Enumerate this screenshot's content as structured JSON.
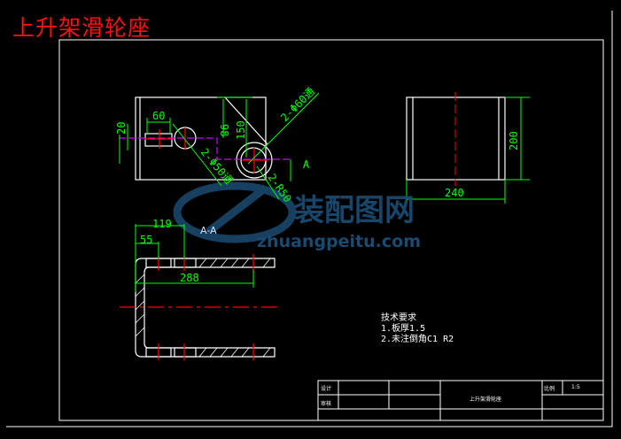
{
  "title": "上升架滑轮座",
  "watermark": {
    "cn": "装配图网",
    "url": "zhuangpeitu.com"
  },
  "dimensions": {
    "d60": "60",
    "d20": "20",
    "d98": "98",
    "d150": "150",
    "hole1": "2-Φ60通",
    "hole2": "2-Φ50通",
    "r50": "2-R50",
    "d200": "200",
    "d240": "240",
    "d119": "119",
    "d55": "55",
    "d288": "288"
  },
  "labels": {
    "section_mark": "A",
    "section_title": "A-A"
  },
  "notes": [
    "技术要求",
    "1.板厚1.5",
    "2.未注倒角C1 R2"
  ],
  "title_block": {
    "designer_label": "设计",
    "reviewer_label": "审核",
    "part_name": "上升架滑轮座",
    "scale_label": "比例",
    "scale_value": "1:5"
  },
  "colors": {
    "outline": "#ffffff",
    "dimension": "#00ff00",
    "center": "#ff0000",
    "cut": "#cc00ff",
    "title": "#ff1010"
  }
}
